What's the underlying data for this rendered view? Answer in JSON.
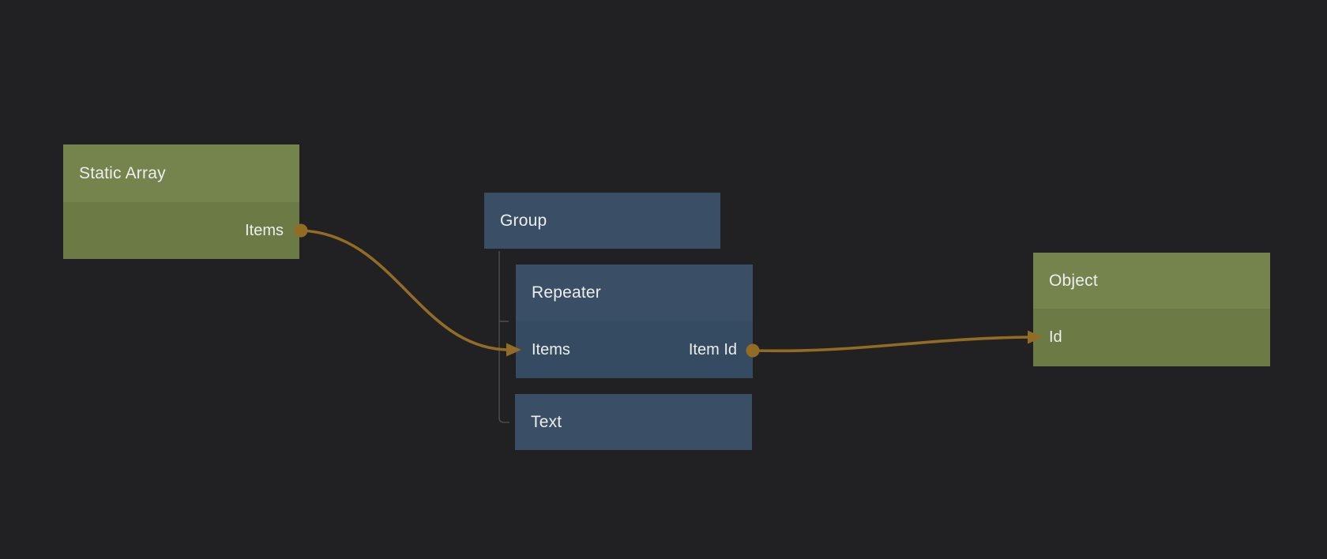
{
  "editor": {
    "type": "node-graph-canvas"
  },
  "colors": {
    "bg": "#212123",
    "green-header": "#75834d",
    "green-body": "#6c7b46",
    "blue-header": "#3a4e66",
    "blue-body": "#354b61",
    "wire": "#926c24",
    "tree-line": "#4b4b4b",
    "node-text": "#eeeeee"
  },
  "nodes": {
    "static_array": {
      "title": "Static Array",
      "outputs": [
        {
          "label": "Items"
        }
      ]
    },
    "group": {
      "title": "Group"
    },
    "repeater": {
      "title": "Repeater",
      "inputs": [
        {
          "label": "Items"
        }
      ],
      "outputs": [
        {
          "label": "Item Id"
        }
      ]
    },
    "text": {
      "title": "Text"
    },
    "object": {
      "title": "Object",
      "inputs": [
        {
          "label": "Id"
        }
      ]
    }
  },
  "connections": [
    {
      "from": "Static Array / Items",
      "to": "Repeater / Items"
    },
    {
      "from": "Repeater / Item Id",
      "to": "Object / Id"
    }
  ]
}
